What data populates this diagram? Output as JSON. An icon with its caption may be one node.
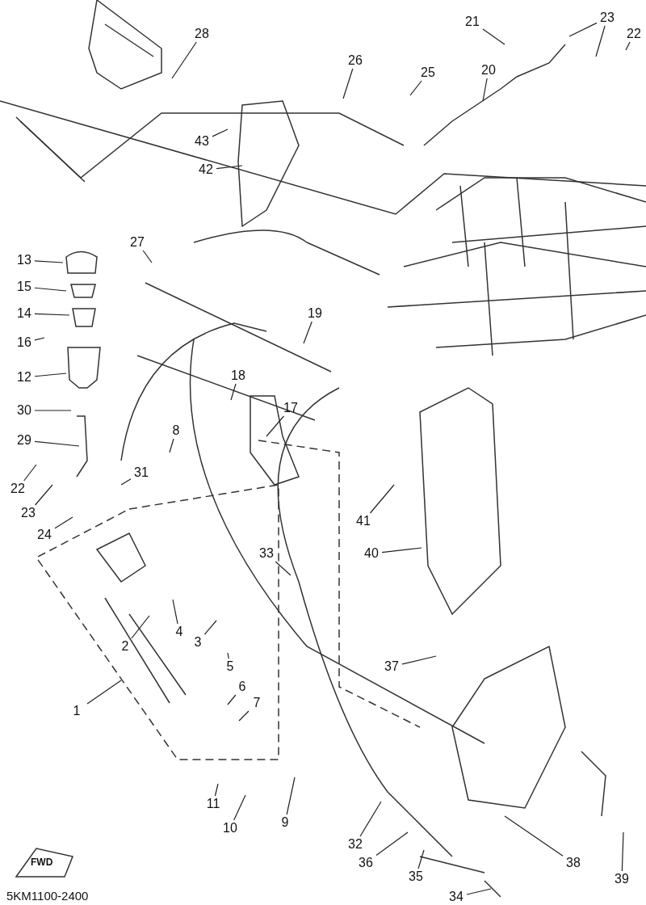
{
  "diagram": {
    "nodes": [
      {
        "text": [
          "28"
        ]
      },
      {
        "text": [
          "21"
        ]
      },
      {
        "text": [
          "23"
        ]
      },
      {
        "text": [
          "22"
        ]
      },
      {
        "text": [
          "26"
        ]
      },
      {
        "text": [
          "25"
        ]
      },
      {
        "text": [
          "20"
        ]
      },
      {
        "text": [
          "43"
        ]
      },
      {
        "text": [
          "42"
        ]
      },
      {
        "text": [
          "27"
        ]
      },
      {
        "text": [
          "13"
        ]
      },
      {
        "text": [
          "15"
        ]
      },
      {
        "text": [
          "14"
        ]
      },
      {
        "text": [
          "19"
        ]
      },
      {
        "text": [
          "16"
        ]
      },
      {
        "text": [
          "12"
        ]
      },
      {
        "text": [
          "18"
        ]
      },
      {
        "text": [
          "30"
        ]
      },
      {
        "text": [
          "17"
        ]
      },
      {
        "text": [
          "8"
        ]
      },
      {
        "text": [
          "29"
        ]
      },
      {
        "text": [
          "22"
        ]
      },
      {
        "text": [
          "31"
        ]
      },
      {
        "text": [
          "23"
        ]
      },
      {
        "text": [
          "41"
        ]
      },
      {
        "text": [
          "24"
        ]
      },
      {
        "text": [
          "33"
        ]
      },
      {
        "text": [
          "40"
        ]
      },
      {
        "text": [
          "4"
        ]
      },
      {
        "text": [
          "3"
        ]
      },
      {
        "text": [
          "2"
        ]
      },
      {
        "text": [
          "5"
        ]
      },
      {
        "text": [
          "37"
        ]
      },
      {
        "text": [
          "6"
        ]
      },
      {
        "text": [
          "7"
        ]
      },
      {
        "text": [
          "1"
        ]
      },
      {
        "text": [
          "11"
        ]
      },
      {
        "text": [
          "10"
        ]
      },
      {
        "text": [
          "9"
        ]
      },
      {
        "text": [
          "32"
        ]
      },
      {
        "text": [
          "36"
        ]
      },
      {
        "text": [
          "35"
        ]
      },
      {
        "text": [
          "38"
        ]
      },
      {
        "text": [
          "34"
        ]
      },
      {
        "text": [
          "39"
        ]
      }
    ],
    "edges": [
      {
        "from": 0,
        "to": null,
        "arrow": "none"
      },
      {
        "from": 1,
        "to": null,
        "arrow": "none"
      },
      {
        "from": 2,
        "to": null,
        "arrow": "none"
      },
      {
        "from": 2,
        "to": null,
        "arrow": "none"
      },
      {
        "from": 3,
        "to": null,
        "arrow": "none"
      },
      {
        "from": 4,
        "to": null,
        "arrow": "none"
      },
      {
        "from": 5,
        "to": null,
        "arrow": "none"
      },
      {
        "from": 6,
        "to": null,
        "arrow": "none"
      },
      {
        "from": 7,
        "to": null,
        "arrow": "none"
      },
      {
        "from": 8,
        "to": null,
        "arrow": "none"
      },
      {
        "from": 9,
        "to": null,
        "arrow": "none"
      },
      {
        "from": 10,
        "to": null,
        "arrow": "none"
      },
      {
        "from": 11,
        "to": null,
        "arrow": "none"
      },
      {
        "from": 12,
        "to": null,
        "arrow": "none"
      },
      {
        "from": 13,
        "to": null,
        "arrow": "none"
      },
      {
        "from": 14,
        "to": null,
        "arrow": "none"
      },
      {
        "from": 15,
        "to": null,
        "arrow": "none"
      },
      {
        "from": 16,
        "to": null,
        "arrow": "none"
      },
      {
        "from": 17,
        "to": null,
        "arrow": "none"
      },
      {
        "from": 18,
        "to": null,
        "arrow": "none"
      },
      {
        "from": 19,
        "to": null,
        "arrow": "none"
      },
      {
        "from": 20,
        "to": null,
        "arrow": "none"
      },
      {
        "from": 21,
        "to": null,
        "arrow": "none"
      },
      {
        "from": 22,
        "to": null,
        "arrow": "none"
      },
      {
        "from": 23,
        "to": null,
        "arrow": "none"
      },
      {
        "from": 24,
        "to": null,
        "arrow": "none"
      },
      {
        "from": 25,
        "to": null,
        "arrow": "none"
      },
      {
        "from": 26,
        "to": null,
        "arrow": "none"
      },
      {
        "from": 27,
        "to": null,
        "arrow": "none"
      },
      {
        "from": 28,
        "to": null,
        "arrow": "none"
      },
      {
        "from": 29,
        "to": null,
        "arrow": "none"
      },
      {
        "from": 30,
        "to": null,
        "arrow": "none"
      },
      {
        "from": 31,
        "to": null,
        "arrow": "none"
      },
      {
        "from": 32,
        "to": null,
        "arrow": "none"
      },
      {
        "from": 33,
        "to": null,
        "arrow": "none"
      },
      {
        "from": 34,
        "to": null,
        "arrow": "none"
      },
      {
        "from": 35,
        "to": null,
        "arrow": "none"
      },
      {
        "from": 36,
        "to": null,
        "arrow": "none"
      },
      {
        "from": 37,
        "to": null,
        "arrow": "none"
      },
      {
        "from": 38,
        "to": null,
        "arrow": "none"
      },
      {
        "from": 39,
        "to": null,
        "arrow": "none"
      },
      {
        "from": 40,
        "to": null,
        "arrow": "none"
      },
      {
        "from": 41,
        "to": null,
        "arrow": "none"
      },
      {
        "from": 42,
        "to": null,
        "arrow": "none"
      },
      {
        "from": 43,
        "to": null,
        "arrow": "none"
      },
      {
        "from": 44,
        "to": null,
        "arrow": "none"
      }
    ],
    "labels": [
      "FWD",
      "5KM1100-2400"
    ]
  }
}
